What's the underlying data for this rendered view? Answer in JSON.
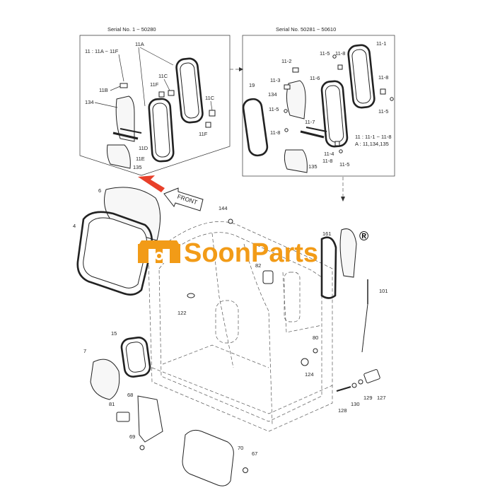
{
  "serial_left": "Serial No. 1 ~ 50280",
  "serial_right": "Serial No. 50281 ~ 50610",
  "note_left": "11 : 11A ~ 11F",
  "note_right_1": "11 : 11-1 ~ 11-8",
  "note_right_2": "A : 11,134,135",
  "front_label": "FRONT",
  "logo": {
    "text": "SoonParts",
    "reg": "®",
    "accent_color": "#f29b17",
    "arrow_color": "#e8402a"
  },
  "labels_left": {
    "l11a": "11A",
    "l11c_a": "11C",
    "l11f_a": "11F",
    "l11b": "11B",
    "l134": "134",
    "l11c_b": "11C",
    "l11f_b": "11F",
    "l11d": "11D",
    "l11e": "11E",
    "l135": "135"
  },
  "labels_right": {
    "r11_2": "11-2",
    "r11_5a": "11-5",
    "r11_8a": "11-8",
    "r11_1": "11-1",
    "r11_3": "11-3",
    "r11_6": "11-6",
    "r11_8b": "11-8",
    "r19": "19",
    "r134": "134",
    "r11_5b": "11-5",
    "r11_5c": "11-5",
    "r11_7": "11-7",
    "r11_8c": "11-8",
    "r11_4": "11-4",
    "r11_8d": "11-8",
    "r11_5d": "11-5",
    "r135": "135"
  },
  "labels_main": {
    "m6": "6",
    "m4": "4",
    "m144": "144",
    "m161": "161",
    "m82": "82",
    "m101": "101",
    "m122": "122",
    "m15": "15",
    "m80": "80",
    "m7": "7",
    "m124": "124",
    "m68": "68",
    "m81": "81",
    "m127": "127",
    "m129": "129",
    "m130": "130",
    "m128": "128",
    "m69": "69",
    "m70": "70",
    "m67": "67"
  }
}
